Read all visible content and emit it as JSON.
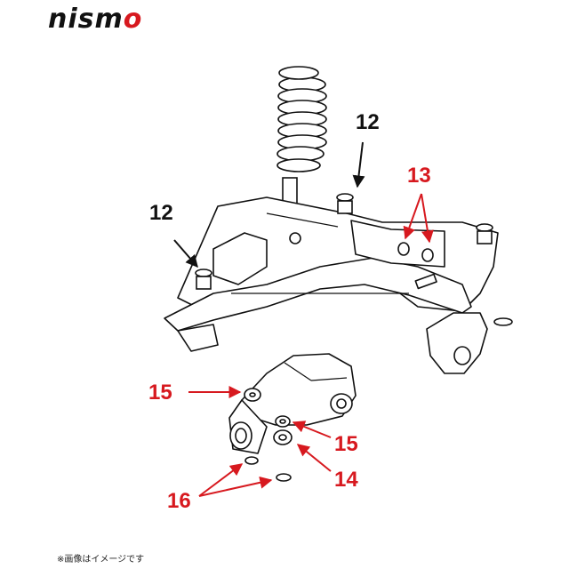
{
  "brand": {
    "logo_text_main": "nism",
    "logo_text_accent": "o",
    "logo_color": "#111111",
    "accent_color": "#d7191f"
  },
  "callouts": {
    "c12_upper": "12",
    "c12_left": "12",
    "c13": "13",
    "c15_left": "15",
    "c15_right": "15",
    "c14": "14",
    "c16": "16"
  },
  "callout_colors": {
    "black": "#111111",
    "red": "#d7191f"
  },
  "parts": {
    "coil_spring_shock": "coil-spring-strut",
    "rear_subframe": "rear-suspension-member",
    "differential": "rear-differential-case"
  },
  "footnote": "※画像はイメージです"
}
